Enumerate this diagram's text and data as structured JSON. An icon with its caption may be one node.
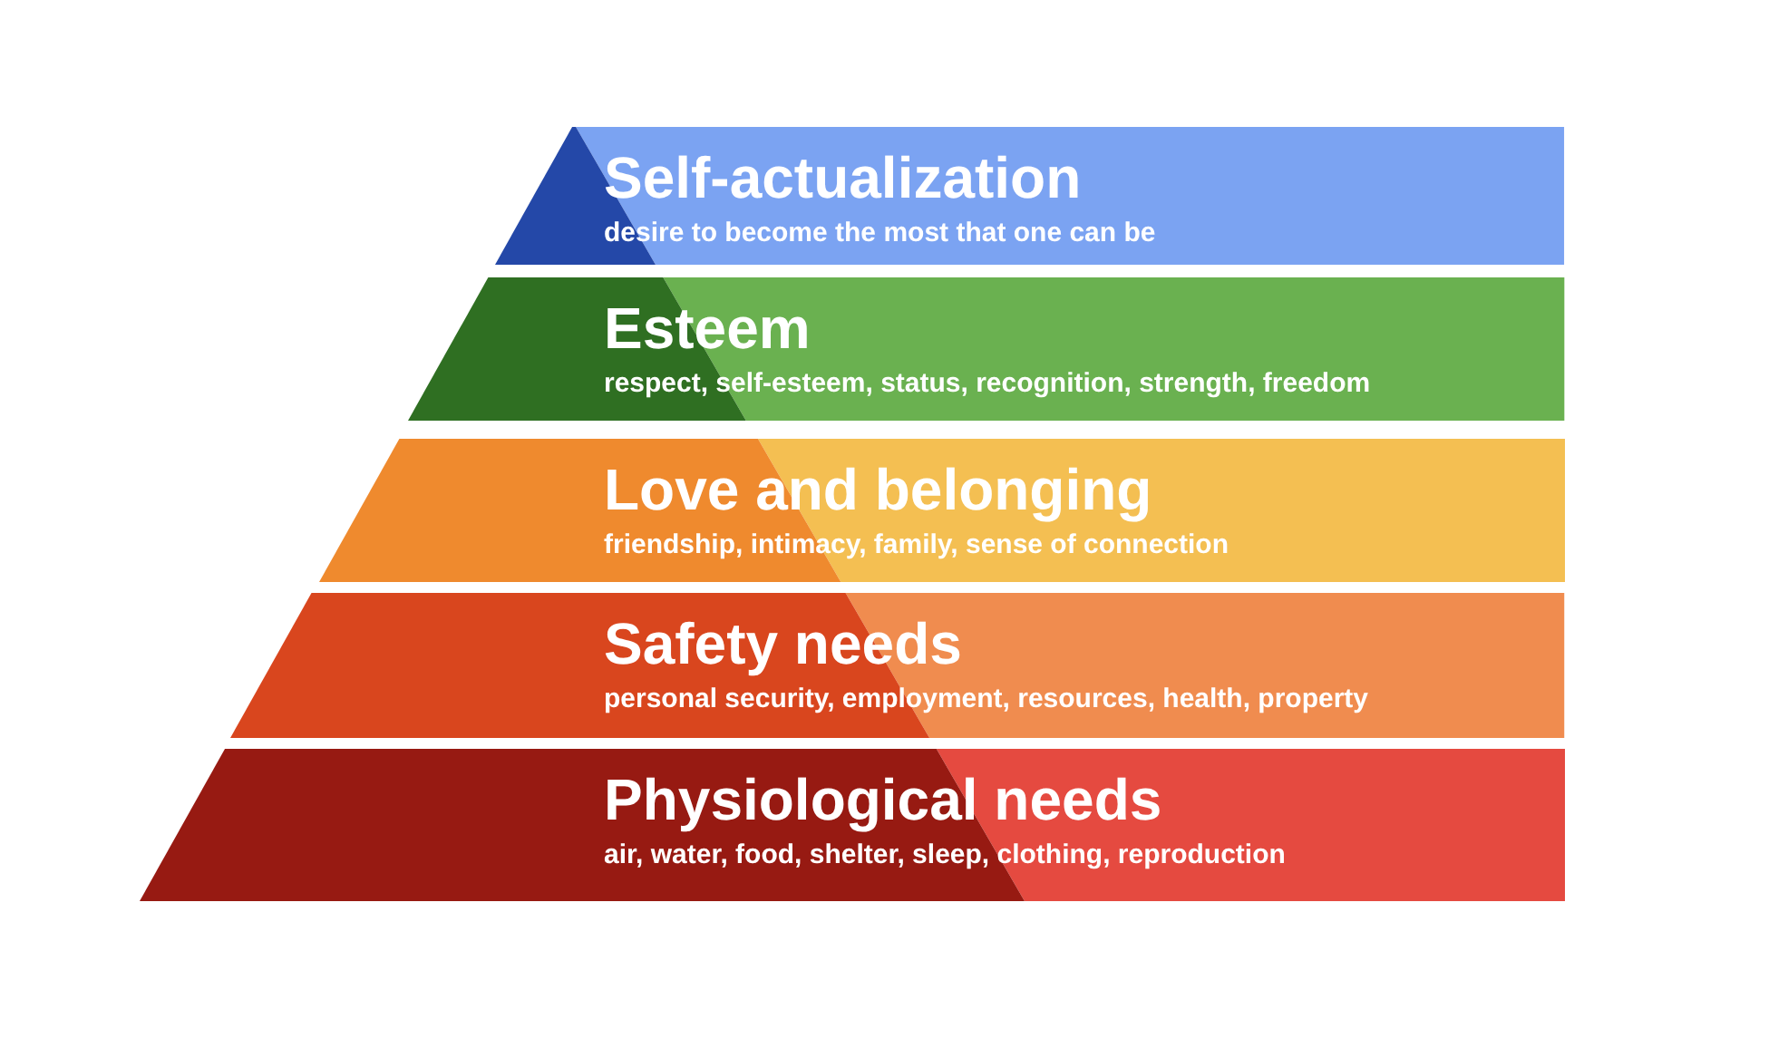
{
  "diagram": {
    "nodes": [
      {
        "text": [
          "Self-actualization",
          "desire to become the most that one can be"
        ]
      },
      {
        "text": [
          "Esteem",
          "respect, self-esteem, status, recognition, strength, freedom"
        ]
      },
      {
        "text": [
          "Love and belonging",
          "friendship, intimacy, family, sense of connection"
        ]
      },
      {
        "text": [
          "Safety needs",
          "personal security, employment, resources, health, property"
        ]
      },
      {
        "text": [
          "Physiological needs",
          "air, water, food, shelter, sleep, clothing, reproduction"
        ]
      }
    ]
  }
}
